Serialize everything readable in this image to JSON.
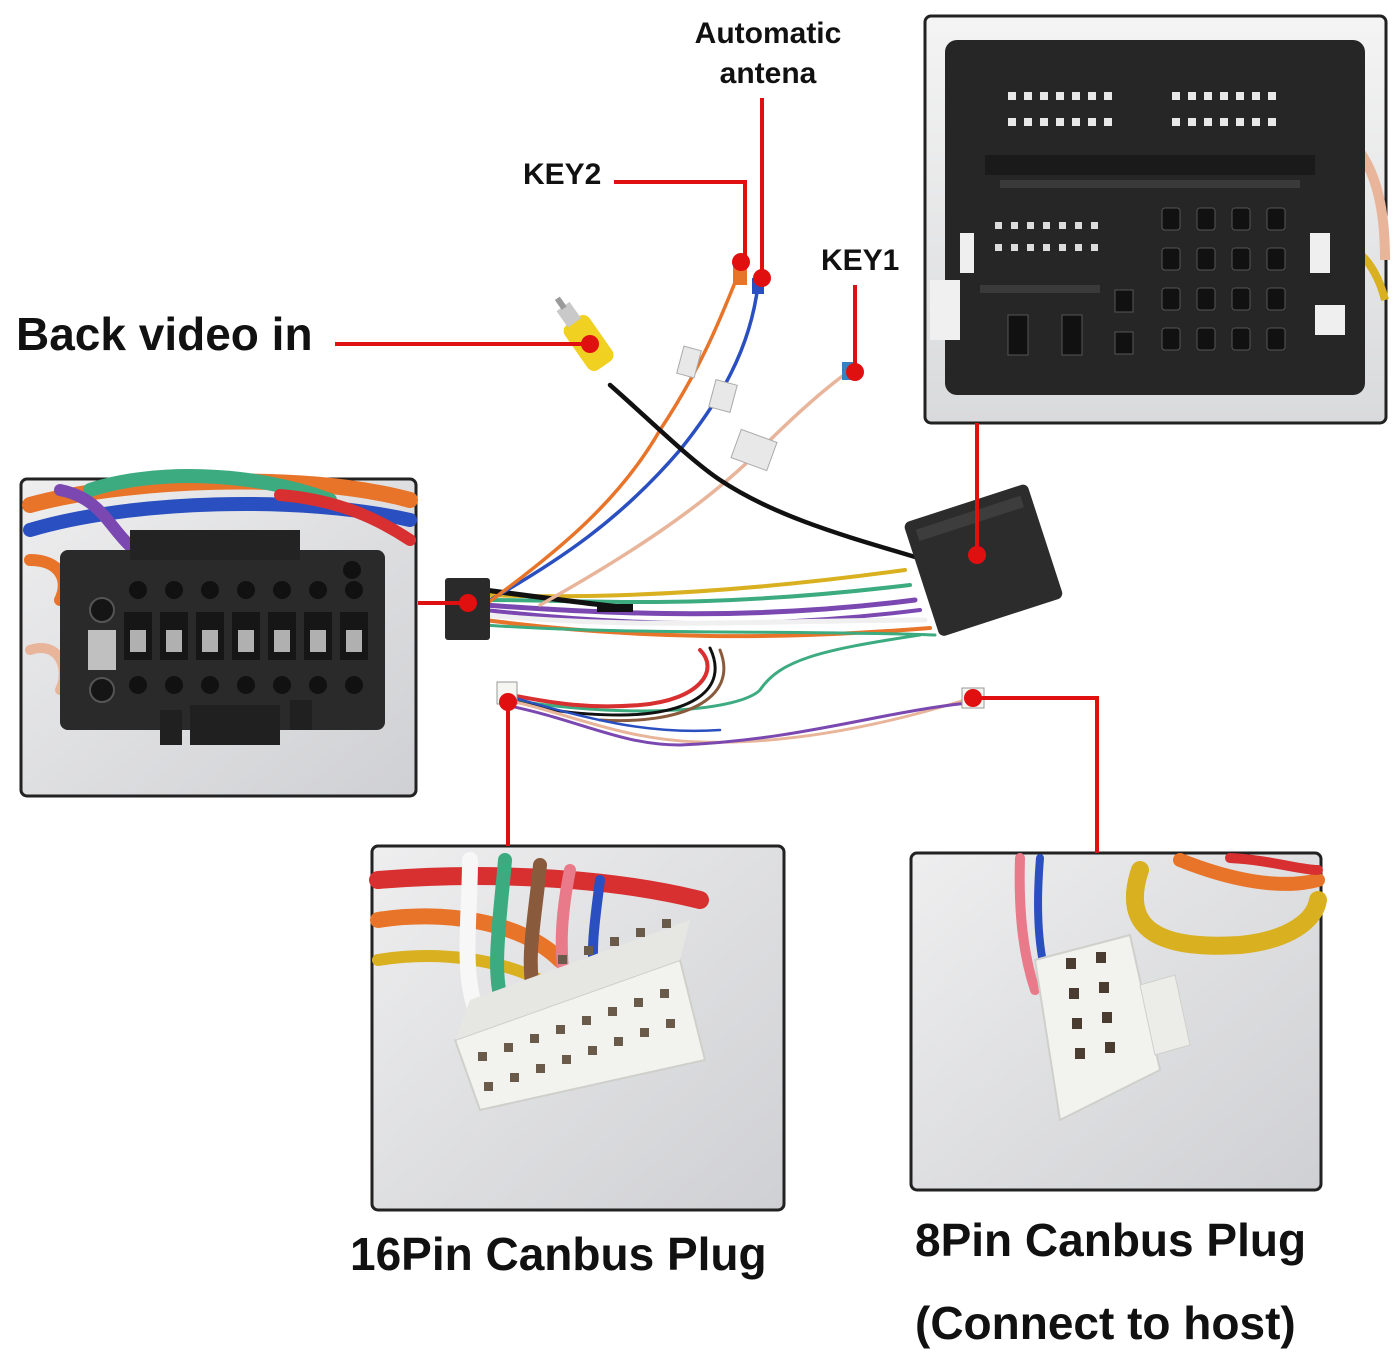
{
  "labels": {
    "back_video_in": "Back video in",
    "key2": "KEY2",
    "automatic_antena": "Automatic\nantena",
    "key1": "KEY1",
    "pin16_canbus_plug": "16Pin Canbus Plug",
    "pin8_canbus_plug": "8Pin Canbus Plug",
    "connect_to_host": "(Connect to host)"
  },
  "colors": {
    "callout_line": "#e01010",
    "panel_border": "#222222",
    "connector_black": "#2a2a2a",
    "plug_white": "#f2f2ee",
    "rca_yellow": "#f0d020"
  },
  "wire_colors": [
    "#e8742a",
    "#2a4fc0",
    "#e8b49a",
    "#111111",
    "#7a48b0",
    "#3cab80",
    "#d8b020",
    "#f0f0f0",
    "#d83030",
    "#8a5a3c"
  ]
}
